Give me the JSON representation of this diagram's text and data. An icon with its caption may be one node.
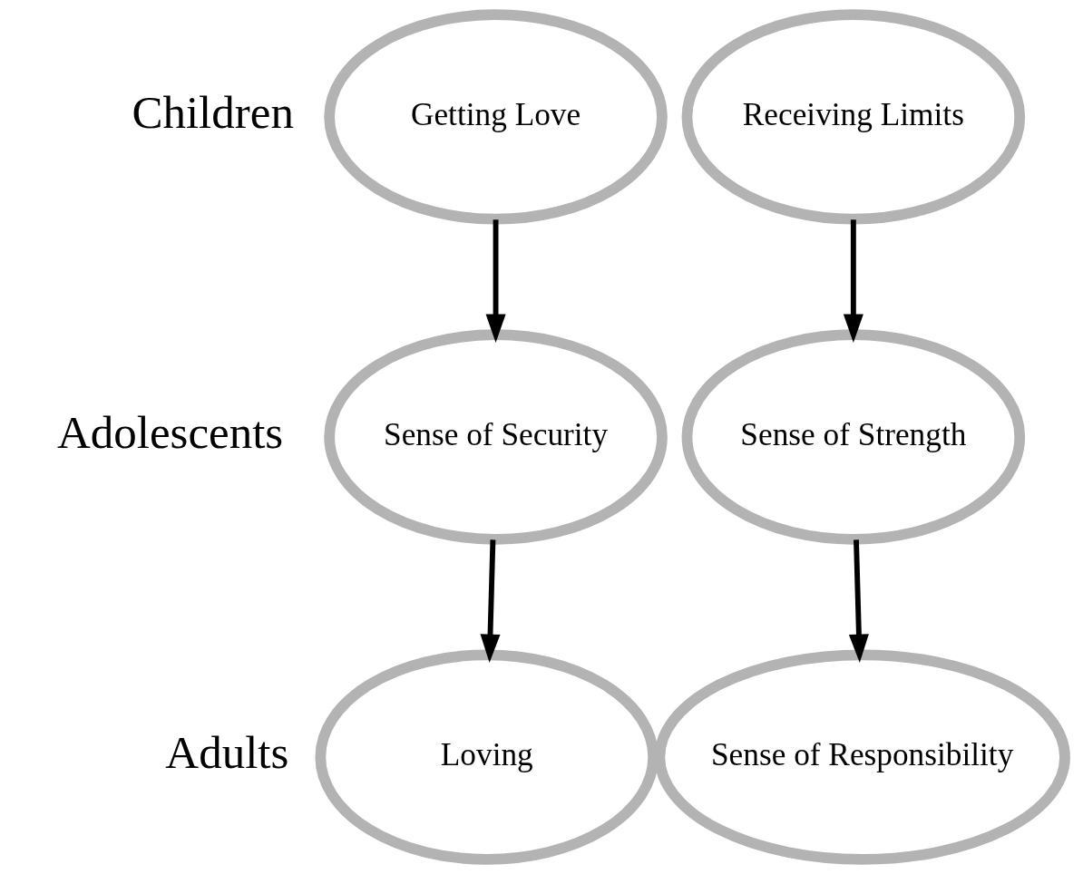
{
  "diagram": {
    "nodes": [
      {
        "text": [
          "Getting Love"
        ]
      },
      {
        "text": [
          "Receiving Limits"
        ]
      },
      {
        "text": [
          "Sense of Security"
        ]
      },
      {
        "text": [
          "Sense of Strength"
        ]
      },
      {
        "text": [
          "Loving"
        ]
      },
      {
        "text": [
          "Sense of Responsibility"
        ]
      }
    ],
    "edges": [
      {
        "from": 0,
        "to": 2,
        "arrow": "to"
      },
      {
        "from": 1,
        "to": 3,
        "arrow": "to"
      },
      {
        "from": 2,
        "to": 4,
        "arrow": "to"
      },
      {
        "from": 3,
        "to": 5,
        "arrow": "to"
      }
    ],
    "labels": [
      "Children",
      "Adolescents",
      "Adults"
    ]
  }
}
